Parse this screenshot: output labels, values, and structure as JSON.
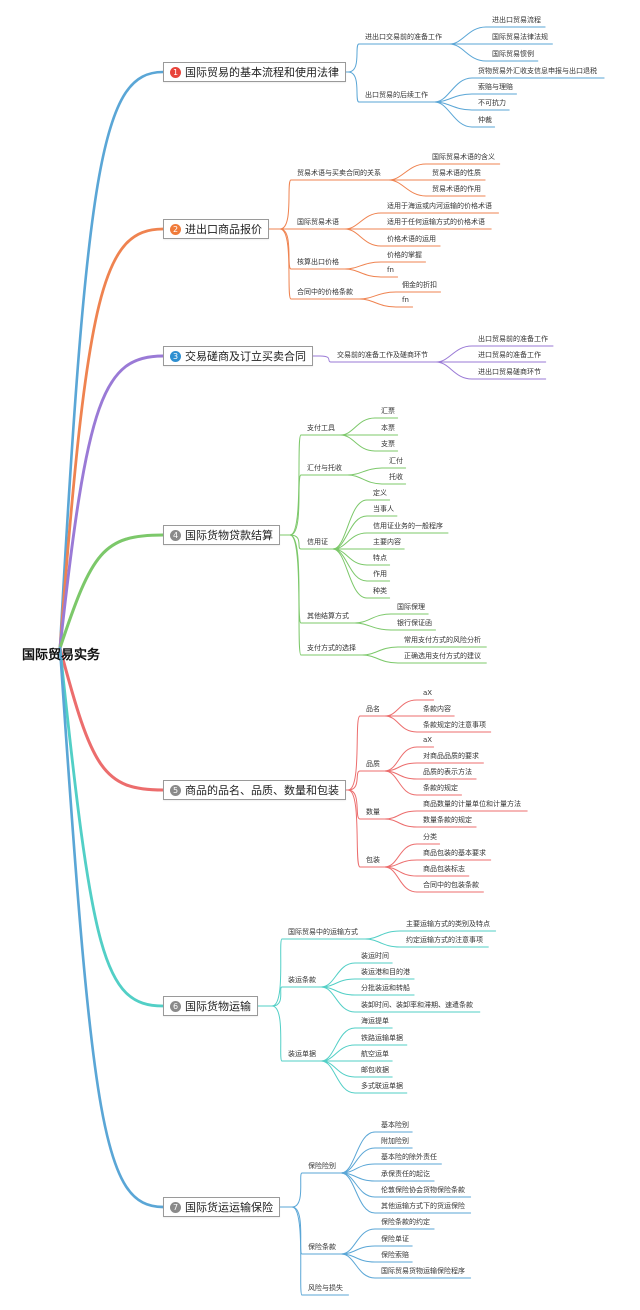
{
  "root": "国际贸易实务",
  "topics": [
    {
      "number": "1",
      "color": "#e8433a",
      "line_color": "#5aa6d6",
      "label": "国际贸易的基本流程和使用法律"
    },
    {
      "number": "2",
      "color": "#f07b3a",
      "line_color": "#ef8350",
      "label": "进出口商品报价"
    },
    {
      "number": "3",
      "color": "#2e8fd1",
      "line_color": "#9a7ad6",
      "label": "交易磋商及订立买卖合同"
    },
    {
      "number": "4",
      "color": "#8a8a8a",
      "line_color": "#7cc86a",
      "label": "国际货物贷款结算"
    },
    {
      "number": "5",
      "color": "#8a8a8a",
      "line_color": "#ec6d6d",
      "label": "商品的品名、品质、数量和包装"
    },
    {
      "number": "6",
      "color": "#8a8a8a",
      "line_color": "#52cfc6",
      "label": "国际货物运输"
    },
    {
      "number": "7",
      "color": "#8a8a8a",
      "line_color": "#5aa6d6",
      "label": "国际货运运输保险"
    }
  ],
  "subtopics": [
    {
      "label": "进出口交易前的准备工作",
      "leaves": [
        "进出口贸易流程",
        "国际贸易法律法规",
        "国际贸易惯例"
      ]
    },
    {
      "label": "出口贸易的后续工作",
      "leaves": [
        "货物贸易外汇收支信息申报与出口退税",
        "索赔与理赔",
        "不可抗力",
        "仲裁"
      ]
    },
    {
      "label": "贸易术语与买卖合同的关系",
      "leaves": [
        "国际贸易术语的含义",
        "贸易术语的性质",
        "贸易术语的作用"
      ]
    },
    {
      "label": "国际贸易术语",
      "leaves": [
        "适用于海运或内河运输的价格术语",
        "适用于任何运输方式的价格术语",
        "价格术语的运用"
      ]
    },
    {
      "label": "核算出口价格",
      "leaves": [
        "价格的掌握",
        "fn"
      ]
    },
    {
      "label": "合同中的价格条款",
      "leaves": [
        "佣金的折扣",
        "fn"
      ]
    },
    {
      "label": "交易前的准备工作及磋商环节",
      "leaves": [
        "出口贸易前的准备工作",
        "进口贸易的准备工作",
        "进出口贸易磋商环节"
      ]
    },
    {
      "label": "支付工具",
      "leaves": [
        "汇票",
        "本票",
        "支票"
      ]
    },
    {
      "label": "汇付与托收",
      "leaves": [
        "汇付",
        "托收"
      ]
    },
    {
      "label": "信用证",
      "leaves": [
        "定义",
        "当事人",
        "信用证业务的一般程序",
        "主要内容",
        "特点",
        "作用",
        "种类"
      ]
    },
    {
      "label": "其他结算方式",
      "leaves": [
        "国际保理",
        "银行保证函"
      ]
    },
    {
      "label": "支付方式的选择",
      "leaves": [
        "常用支付方式的风险分析",
        "正确选用支付方式的建议"
      ]
    },
    {
      "label": "品名",
      "leaves": [
        "aX",
        "条款内容",
        "条款规定的注意事项"
      ]
    },
    {
      "label": "品质",
      "leaves": [
        "aX",
        "对商品品质的要求",
        "品质的表示方法",
        "条款的规定"
      ]
    },
    {
      "label": "数量",
      "leaves": [
        "商品数量的计量单位和计量方法",
        "数量条款的规定"
      ]
    },
    {
      "label": "包装",
      "leaves": [
        "分类",
        "商品包装的基本要求",
        "商品包装标志",
        "合同中的包装条款"
      ]
    },
    {
      "label": "国际贸易中的运输方式",
      "leaves": [
        "主要运输方式的类别及特点",
        "约定运输方式的注意事项"
      ]
    },
    {
      "label": "装运条款",
      "leaves": [
        "装运时间",
        "装运港和目的港",
        "分批装运和转船",
        "装卸时间、装卸率和滞期、速遣条款"
      ]
    },
    {
      "label": "装运单据",
      "leaves": [
        "海运提单",
        "铁路运输单据",
        "航空运单",
        "邮包收据",
        "多式联运单据"
      ]
    },
    {
      "label": "保险险别",
      "leaves": [
        "基本险别",
        "附加险别",
        "基本险的除外责任",
        "承保责任的起讫",
        "伦敦保险协会货物保险条款",
        "其他运输方式下的货运保险"
      ]
    },
    {
      "label": "保险条款",
      "leaves": [
        "保险条款的约定",
        "保险单证",
        "保险索赔",
        "国际贸易货物运输保险程序"
      ]
    },
    {
      "label": "风险与损失",
      "leaves": []
    }
  ]
}
